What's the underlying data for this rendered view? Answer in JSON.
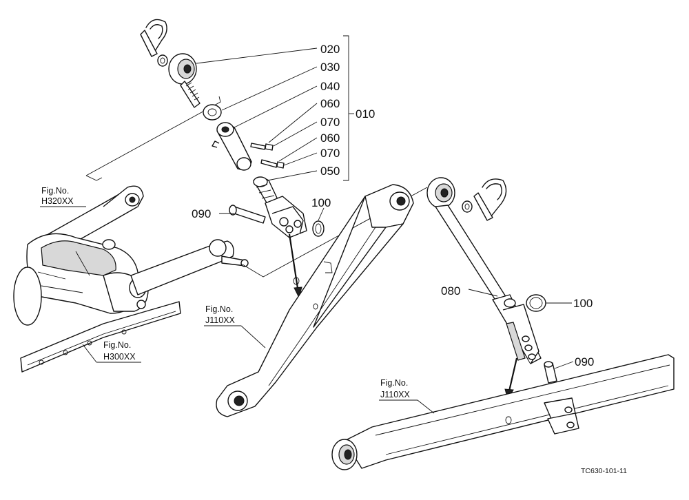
{
  "part_numbers": {
    "p020": "020",
    "p030": "030",
    "p040": "040",
    "p060a": "060",
    "p070a": "070",
    "p060b": "060",
    "p070b": "070",
    "p050": "050",
    "p010": "010",
    "p090a": "090",
    "p100a": "100",
    "p080": "080",
    "p100b": "100",
    "p090b": "090"
  },
  "figure_refs": {
    "h320": {
      "label": "Fig.No.",
      "code": "H320XX"
    },
    "h300": {
      "label": "Fig.No.",
      "code": "H300XX"
    },
    "j110a": {
      "label": "Fig.No.",
      "code": "J110XX"
    },
    "j110b": {
      "label": "Fig.No.",
      "code": "J110XX"
    }
  },
  "drawing_code": "TC630-101-11"
}
